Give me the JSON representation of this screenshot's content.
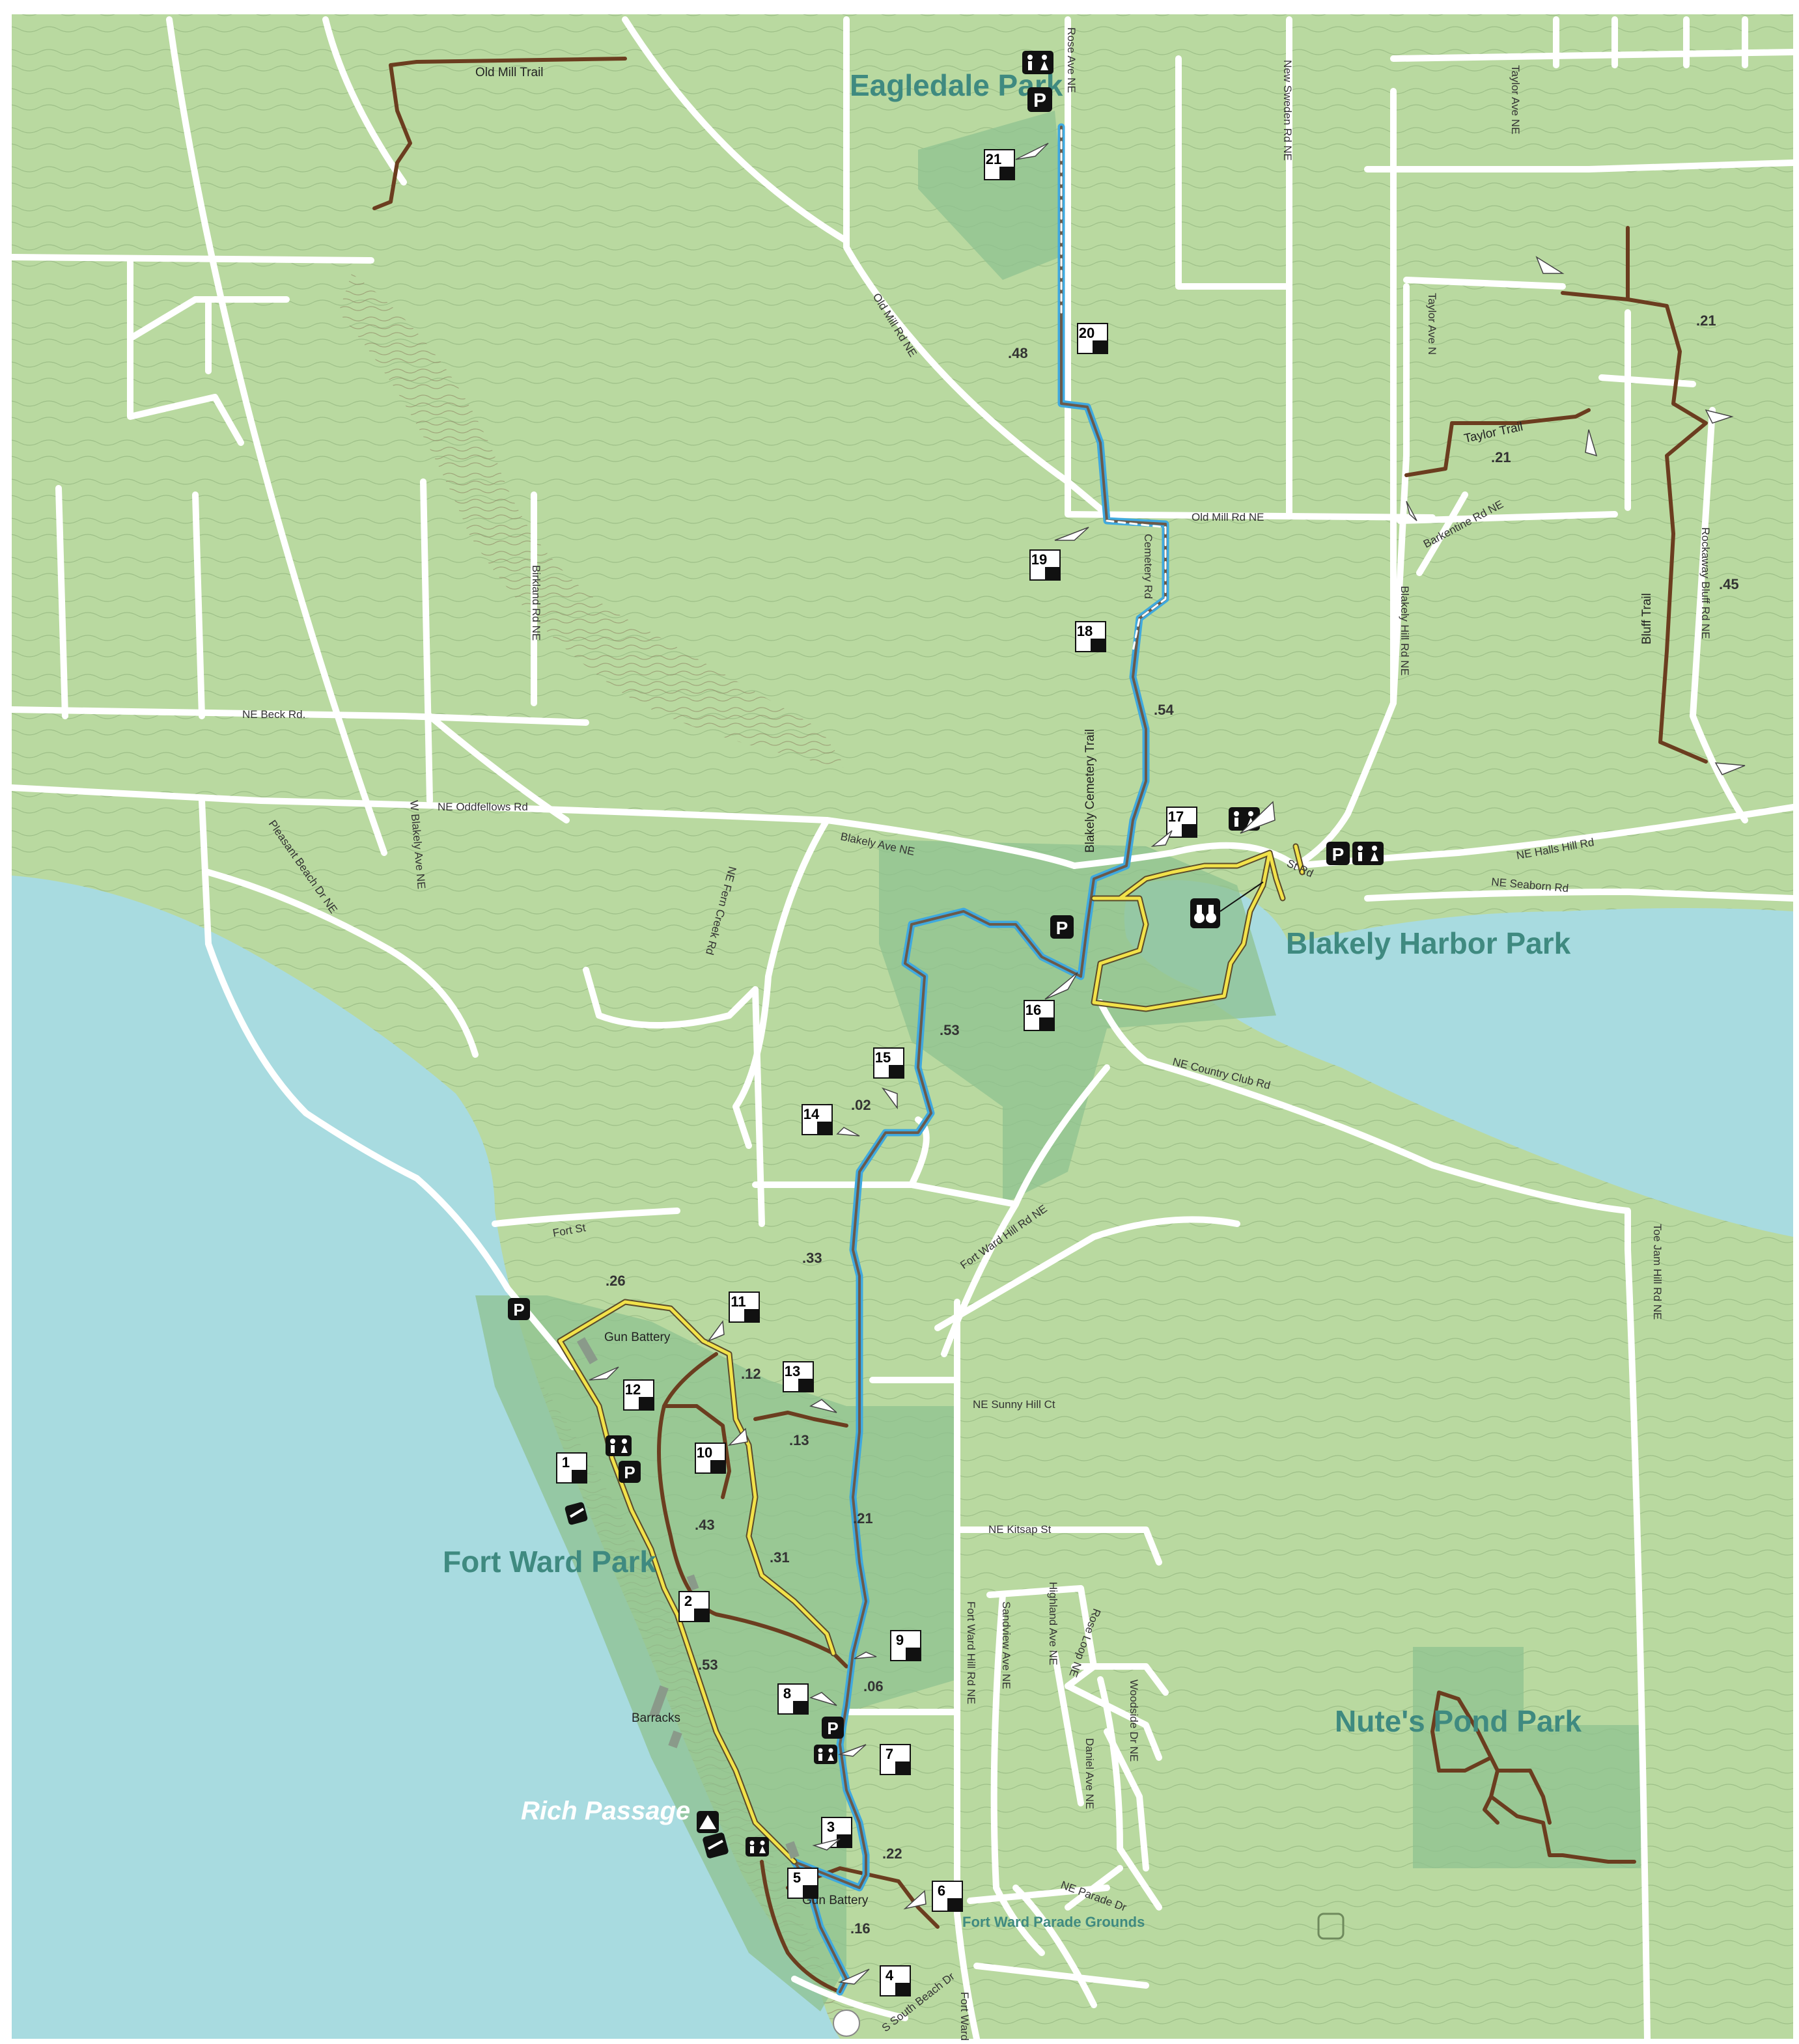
{
  "colors": {
    "land": "#b9d9a0",
    "park": "#8fc290",
    "water": "#a8dbe0",
    "road": "#ffffff",
    "contour": "#8aa97a",
    "trail_brown": "#6b3d1f",
    "trail_blue": "#3fa9df",
    "trail_yellow": "#f2e24a",
    "park_label": "#3f8a80"
  },
  "parks": {
    "eagledale": "Eagledale Park",
    "blakely_harbor": "Blakely Harbor Park",
    "fort_ward": "Fort Ward Park",
    "nutes_pond": "Nute's Pond Park",
    "fort_ward_parade": "Fort Ward Parade Grounds"
  },
  "water": {
    "rich_passage": "Rich Passage"
  },
  "trails": {
    "old_mill": "Old Mill Trail",
    "taylor": "Taylor Trail",
    "bluff": "Bluff Trail",
    "blakely_cemetery": "Blakely Cemetery Trail"
  },
  "features": {
    "gun_battery_north": "Gun Battery",
    "gun_battery_south": "Gun Battery",
    "barracks": "Barracks"
  },
  "roads": {
    "rose_ave": "Rose Ave NE",
    "new_sweden": "New Sweden Rd NE",
    "taylor_ave_ne": "Taylor Ave NE",
    "taylor_ave_n": "Taylor Ave N",
    "old_mill_rd_ne": "Old Mill Rd NE",
    "old_mill_rd": "Old Mill Rd NE",
    "cemetery_rd": "Cemetery Rd",
    "baycrest": "Barkentine Rd NE",
    "blakely_hill": "Blakely Hill Rd NE",
    "rockaway_bluff": "Rockaway Bluff Rd NE",
    "birkland": "Birkland Rd NE",
    "beck": "NE Beck Rd.",
    "oddfellows": "NE Oddfellows Rd",
    "blakely_ave": "Blakely Ave NE",
    "w_blakely": "W Blakely Ave NE",
    "pleasant_beach": "Pleasant Beach Dr NE",
    "halls_hill": "NE Halls Hill Rd",
    "seaborn": "NE Seaborn Rd",
    "country_club": "NE Country Club Rd",
    "fort_ward_hill": "Fort Ward Hill Rd NE",
    "fort_ward_hill_2": "Fort Ward Hill Rd NE",
    "sunny_hill": "NE Sunny Hill Ct",
    "kitsap": "NE Kitsap St",
    "toe_jam": "Toe Jam Hill Rd NE",
    "fort_st": "Fort St",
    "parade": "NE Parade Dr",
    "south_beach": "S South Beach Dr",
    "fort_ward_pl": "Fort Ward Pl",
    "fern_creek": "NE Fern Creek Rd",
    "sunset": "Sandview Ave NE",
    "highland": "Highland Ave NE",
    "shore_ln": "Daniel Ave NE",
    "woodside": "Woodside Dr NE",
    "rose_loop": "Rose Loop NE",
    "st_rd": "St Rd"
  },
  "markers": [
    {
      "num": "1"
    },
    {
      "num": "2"
    },
    {
      "num": "3"
    },
    {
      "num": "4"
    },
    {
      "num": "5"
    },
    {
      "num": "6"
    },
    {
      "num": "7"
    },
    {
      "num": "8"
    },
    {
      "num": "9"
    },
    {
      "num": "10"
    },
    {
      "num": "11"
    },
    {
      "num": "12"
    },
    {
      "num": "13"
    },
    {
      "num": "14"
    },
    {
      "num": "15"
    },
    {
      "num": "16"
    },
    {
      "num": "17"
    },
    {
      "num": "18"
    },
    {
      "num": "19"
    },
    {
      "num": "20"
    },
    {
      "num": "21"
    }
  ],
  "distances": {
    "d48": ".48",
    "d54": ".54",
    "d53a": ".53",
    "d02": ".02",
    "d33": ".33",
    "d26": ".26",
    "d12": ".12",
    "d13": ".13",
    "d43": ".43",
    "d31": ".31",
    "d21b": ".21",
    "d06": ".06",
    "d53b": ".53",
    "d22": ".22",
    "d16": ".16",
    "d21a": ".21",
    "d21c": ".21",
    "d45": ".45"
  },
  "icons": {
    "parking": "P",
    "parking_sign": "parking-icon",
    "restroom": "restroom-icon",
    "binoculars": "binoculars-icon",
    "camping": "camping-icon",
    "boat_launch": "boat-launch-icon"
  }
}
